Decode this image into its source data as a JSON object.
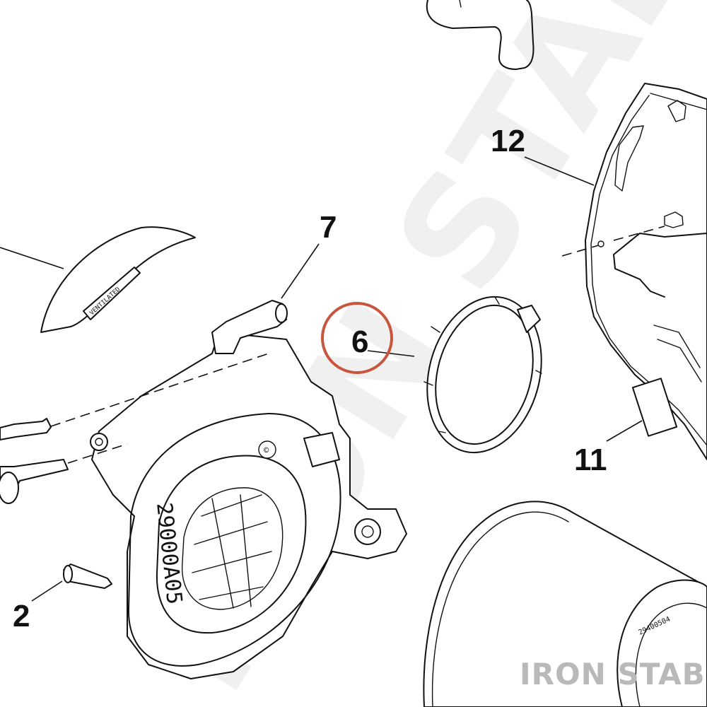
{
  "watermark_brand": "IRON STABLE",
  "callouts": {
    "part_2": "2",
    "part_6": "6",
    "part_7": "7",
    "part_11": "11",
    "part_12": "12"
  },
  "part_markings": {
    "backplate_number": "29000A05",
    "filter_number": "29400504",
    "decal_text": "VENTILATED"
  },
  "colors": {
    "highlight_circle": "#c8553d",
    "line_art": "#111111",
    "watermark": "#b9b9b9"
  }
}
